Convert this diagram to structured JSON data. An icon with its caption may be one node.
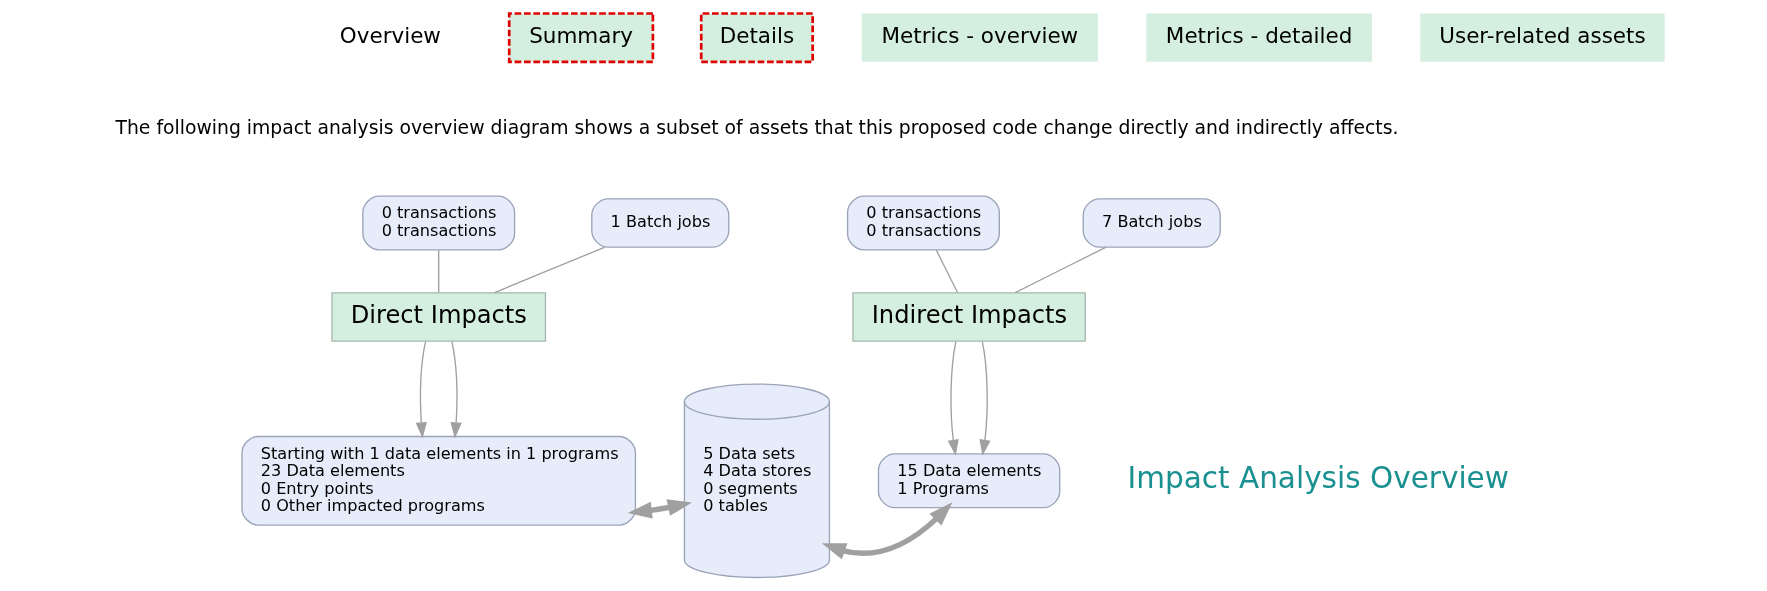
{
  "diagram": {
    "nodes": [
      {
        "text": [
          "0 transactions",
          "0 transactions"
        ]
      },
      {
        "text": [
          "1 Batch jobs"
        ]
      },
      {
        "text": [
          "0 transactions",
          "0 transactions"
        ]
      },
      {
        "text": [
          "7 Batch jobs"
        ]
      },
      {
        "text": [
          "Direct Impacts"
        ]
      },
      {
        "text": [
          "Indirect Impacts"
        ]
      },
      {
        "text": [
          "Starting with 1 data elements in 1 programs",
          "23 Data elements",
          "0 Entry points",
          "0 Other impacted programs"
        ]
      },
      {
        "text": [
          "5 Data sets",
          "4 Data stores",
          "0 segments",
          "0 tables"
        ]
      },
      {
        "text": [
          "15 Data elements",
          "1 Programs"
        ]
      }
    ],
    "edges": [
      {
        "from": 0,
        "to": 4,
        "arrow": "none"
      },
      {
        "from": 1,
        "to": 4,
        "arrow": "none"
      },
      {
        "from": 4,
        "to": 6,
        "arrow": "to"
      },
      {
        "from": 4,
        "to": 6,
        "arrow": "to"
      },
      {
        "from": 2,
        "to": 5,
        "arrow": "none"
      },
      {
        "from": 3,
        "to": 5,
        "arrow": "none"
      },
      {
        "from": 5,
        "to": 8,
        "arrow": "to"
      },
      {
        "from": 5,
        "to": 8,
        "arrow": "to"
      },
      {
        "from": 6,
        "to": 7,
        "arrow": "both",
        "style": "thick"
      },
      {
        "from": 7,
        "to": 8,
        "arrow": "both",
        "style": "thick"
      }
    ],
    "labels": [
      "Overview",
      "Summary",
      "Details",
      "Metrics - overview",
      "Metrics - detailed",
      "User-related assets",
      "The following impact analysis overview diagram shows a subset of assets that this proposed code change directly and indirectly affects.",
      "Impact Analysis Overview"
    ]
  }
}
